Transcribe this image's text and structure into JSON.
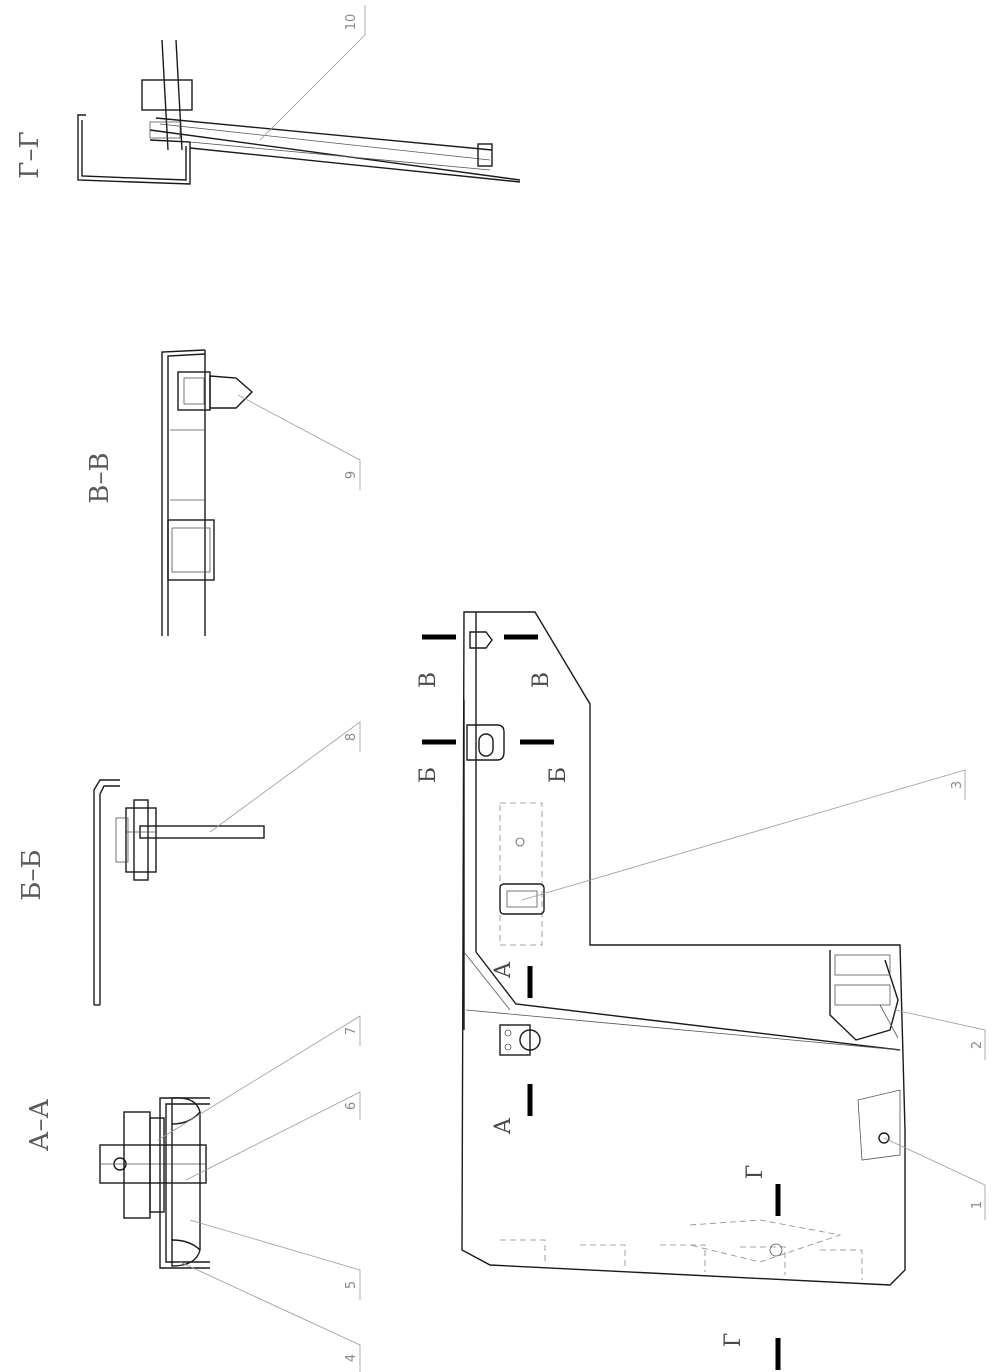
{
  "section_titles": {
    "a": "А–А",
    "b": "Б–Б",
    "v": "В–В",
    "g": "Г–Г"
  },
  "section_marks": {
    "a": "А",
    "b": "Б",
    "v": "В",
    "g": "Г"
  },
  "callouts": [
    "1",
    "2",
    "3",
    "4",
    "5",
    "6",
    "7",
    "8",
    "9",
    "10"
  ]
}
